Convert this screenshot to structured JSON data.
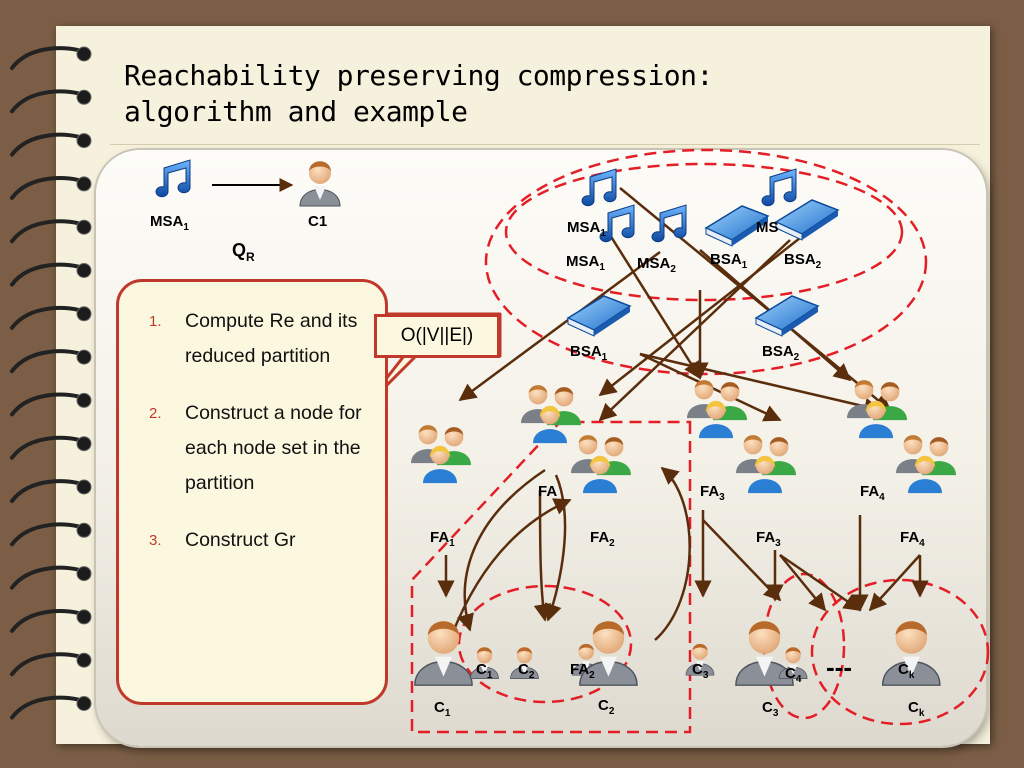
{
  "title": {
    "line1": "Reachability preserving compression:",
    "line2": "algorithm and example"
  },
  "steps": [
    "Compute Re and its reduced partition",
    "Construct a node for each node set in the partition",
    "Construct Gr"
  ],
  "complexity": "O(|V||E|)",
  "query": {
    "source": "MSA",
    "source_sub": "1",
    "target": "C1",
    "name": "Q",
    "name_sub": "R"
  },
  "labels": {
    "msa1_back": {
      "t": "MSA",
      "s": "1"
    },
    "ms_back": {
      "t": "MS",
      "s": ""
    },
    "msa1": {
      "t": "MSA",
      "s": "1"
    },
    "msa2": {
      "t": "MSA",
      "s": "2"
    },
    "bsa1_top": {
      "t": "BSA",
      "s": "1"
    },
    "bsa2_top": {
      "t": "BSA",
      "s": "2"
    },
    "bsa1": {
      "t": "BSA",
      "s": "1"
    },
    "bsa2": {
      "t": "BSA",
      "s": "2"
    },
    "fa1": {
      "t": "FA",
      "s": "1"
    },
    "fa_mid": {
      "t": "FA",
      "s": ""
    },
    "fa2": {
      "t": "FA",
      "s": "2"
    },
    "fa3_a": {
      "t": "FA",
      "s": "3"
    },
    "fa3_b": {
      "t": "FA",
      "s": "3"
    },
    "fa4_a": {
      "t": "FA",
      "s": "4"
    },
    "fa4_b": {
      "t": "FA",
      "s": "4"
    },
    "c1_small": {
      "t": "C",
      "s": "1"
    },
    "c2_small": {
      "t": "C",
      "s": "2"
    },
    "fa2_small": {
      "t": "FA",
      "s": "2"
    },
    "c1": {
      "t": "C",
      "s": "1"
    },
    "c2": {
      "t": "C",
      "s": "2"
    },
    "c3_a": {
      "t": "C",
      "s": "3"
    },
    "c4": {
      "t": "C",
      "s": "4"
    },
    "ck_a": {
      "t": "C",
      "s": "k"
    },
    "c3_b": {
      "t": "C",
      "s": "3"
    },
    "ck_b": {
      "t": "C",
      "s": "k"
    },
    "ellipsis": "---"
  },
  "colors": {
    "accent": "#c0392b",
    "dashed": "#e41e26",
    "arrow": "#5a2d0c",
    "book": "#2f7ed8",
    "note": "#1565c0"
  },
  "icons": [
    "music-note-icon",
    "person-icon",
    "book-icon",
    "person-group-icon"
  ]
}
